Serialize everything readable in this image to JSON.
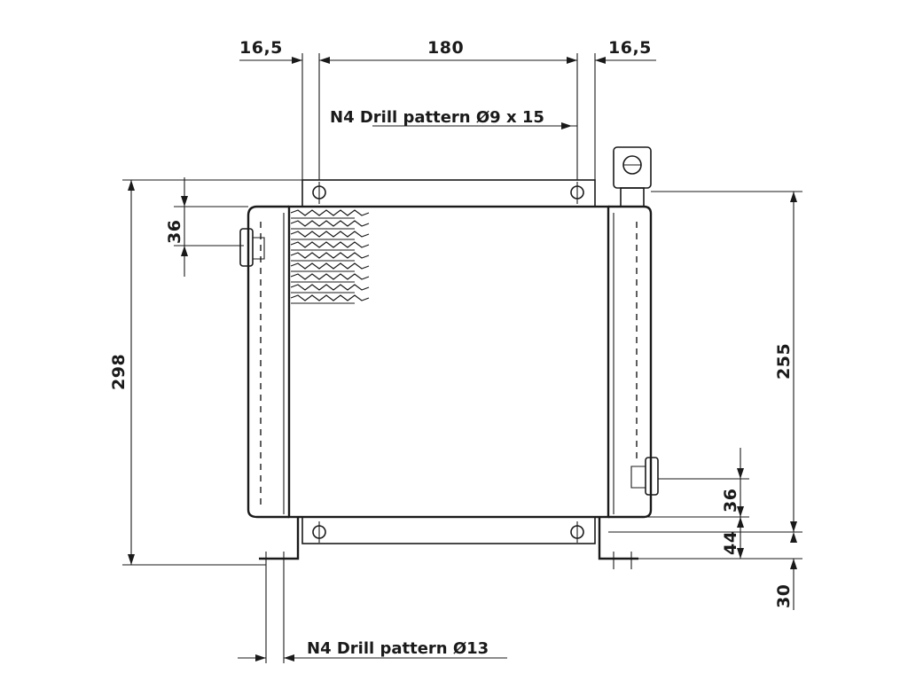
{
  "dimensions": {
    "top_left_offset": "16,5",
    "top_span": "180",
    "top_right_offset": "16,5",
    "left_total_height": "298",
    "left_fin_pitch": "36",
    "right_height": "255",
    "right_port_offset": "36",
    "right_foot_offset": "44",
    "right_bottom_offset": "30"
  },
  "notes": {
    "top_drill": "N4 Drill pattern Ø9 x 15",
    "bottom_drill": "N4 Drill pattern Ø13"
  }
}
